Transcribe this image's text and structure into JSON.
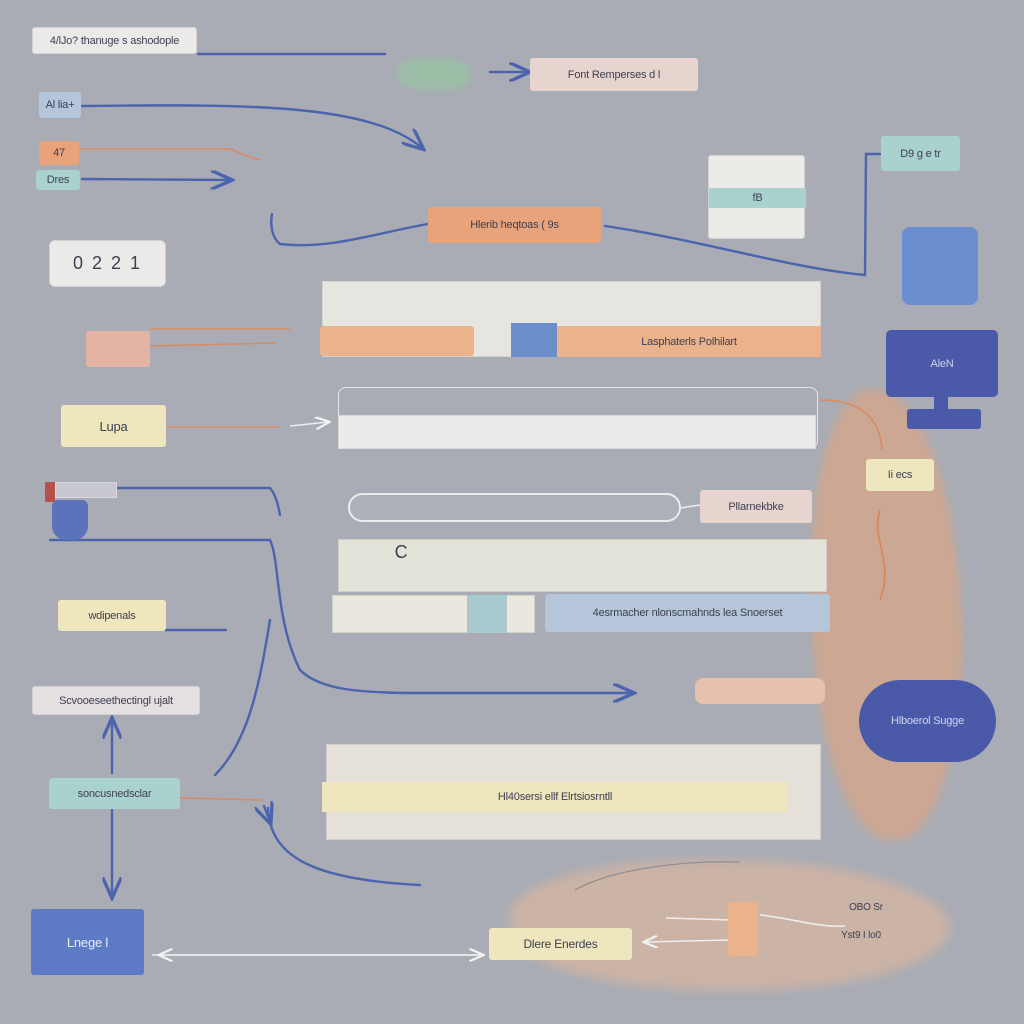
{
  "colors": {
    "background": "#a9acb4",
    "connector_blue": "#4c63ad",
    "connector_orange": "#d98b60",
    "accent_peach": "#e8a37a",
    "accent_navy": "#4a5aa8"
  },
  "labels": {
    "top_left_label": "4/lJo? thanuge s ashodople",
    "font_box": "Font Remperses     d  l",
    "small_box_1": "Al lia+",
    "small_box_orange": "47",
    "small_box_teal": "Dres",
    "center_orange": "Hlerib heqtoas  ( 9s",
    "tiny_stack": "fB",
    "top_right_teal": "D9 g e tr",
    "numbers_box": "0  2  2  1",
    "monitor_text": "AleN",
    "band_label": "Lasphaterls       Polhilart",
    "lupa_box": "Lupa",
    "pill_label": "Pllarnekbke",
    "right_tag": "Ii ecs",
    "c_glyph": "C",
    "row_right": "4esrmacher nlonscmahnds          lea Snoerset",
    "yellow_left": "wdipenals",
    "pink_left": "Scvooeseethectingl ujalt",
    "navy_oval": "Hlboerol  Sugge",
    "teal_left": "soncusnedsclar",
    "yellow_band": "Hl40sersi   ellf    Elrtsiosrntll",
    "bottom_blue": "Lnege  l",
    "bottom_yellow": "Dlere Enerdes",
    "note_1": "OBO Sr",
    "note_2": "Yst9  I lo0"
  }
}
